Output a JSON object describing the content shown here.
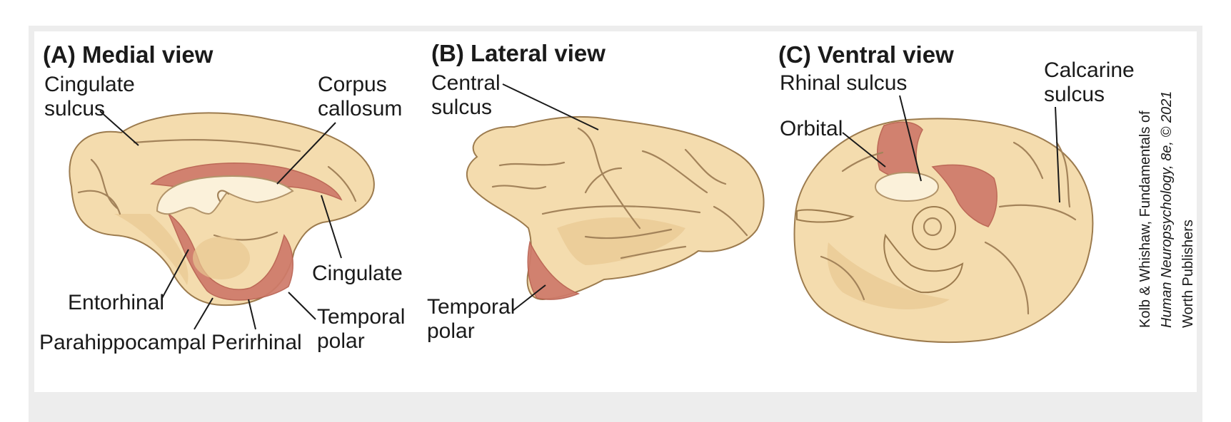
{
  "panels": {
    "medial": {
      "title": "(A) Medial view",
      "labels": {
        "cingulate_sulcus_1": "Cingulate",
        "cingulate_sulcus_2": "sulcus",
        "corpus_callosum_1": "Corpus",
        "corpus_callosum_2": "callosum",
        "cingulate": "Cingulate",
        "entorhinal": "Entorhinal",
        "temporal_polar_1": "Temporal",
        "temporal_polar_2": "polar",
        "parahippocampal": "Parahippocampal",
        "perirhinal": "Perirhinal"
      }
    },
    "lateral": {
      "title": "(B) Lateral view",
      "labels": {
        "central_sulcus_1": "Central",
        "central_sulcus_2": "sulcus",
        "temporal_polar_1": "Temporal",
        "temporal_polar_2": "polar"
      }
    },
    "ventral": {
      "title": "(C) Ventral view",
      "labels": {
        "rhinal_sulcus": "Rhinal sulcus",
        "orbital": "Orbital",
        "calcarine_sulcus_1": "Calcarine",
        "calcarine_sulcus_2": "sulcus"
      }
    }
  },
  "credit": {
    "line1": "Kolb & Whishaw, Fundamentals of",
    "line2": "Human Neuropsychology, 8e, © 2021",
    "line3": "Worth Publishers"
  },
  "colors": {
    "brain_tissue": "#f4dcae",
    "highlighted_region": "#cf7a6a",
    "frame": "#ededed"
  }
}
